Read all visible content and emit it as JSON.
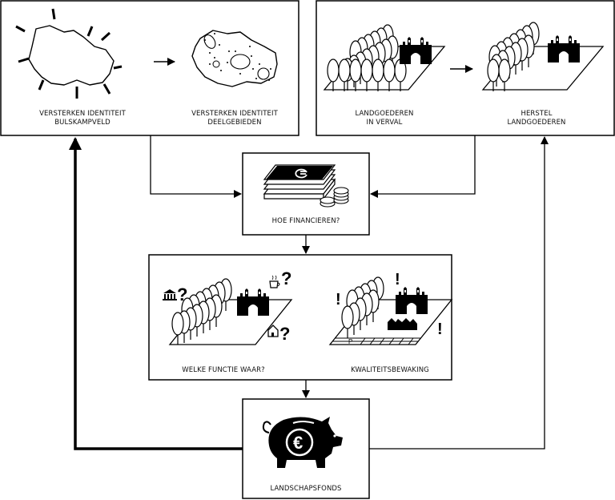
{
  "boxes": {
    "identity": {
      "label_left_1": "VERSTERKEN IDENTITEIT",
      "label_left_2": "BULSKAMPVELD",
      "label_right_1": "VERSTERKEN IDENTITEIT",
      "label_right_2": "DEELGEBIEDEN"
    },
    "estates": {
      "label_left_1": "LANDGOEDEREN",
      "label_left_2": "IN VERVAL",
      "label_right_1": "HERSTEL",
      "label_right_2": "LANDGOEDEREN"
    },
    "finance": {
      "label": "HOE FINANCIEREN?"
    },
    "functions": {
      "label_left": "WELKE FUNCTIE WAAR?",
      "label_right": "KWALITEITSBEWAKING"
    },
    "fund": {
      "label": "LANDSCHAPSFONDS"
    }
  },
  "glyphs": {
    "question": "?",
    "exclamation": "!",
    "parking": "P",
    "euro": "€"
  },
  "icons": [
    "sun-burst-icon",
    "arrow-right-icon",
    "region-icon",
    "trees-icon",
    "castle-icon",
    "money-stack-icon",
    "coins-icon",
    "museum-icon",
    "coffee-icon",
    "house-icon",
    "warning-icon",
    "piggy-bank-icon"
  ]
}
